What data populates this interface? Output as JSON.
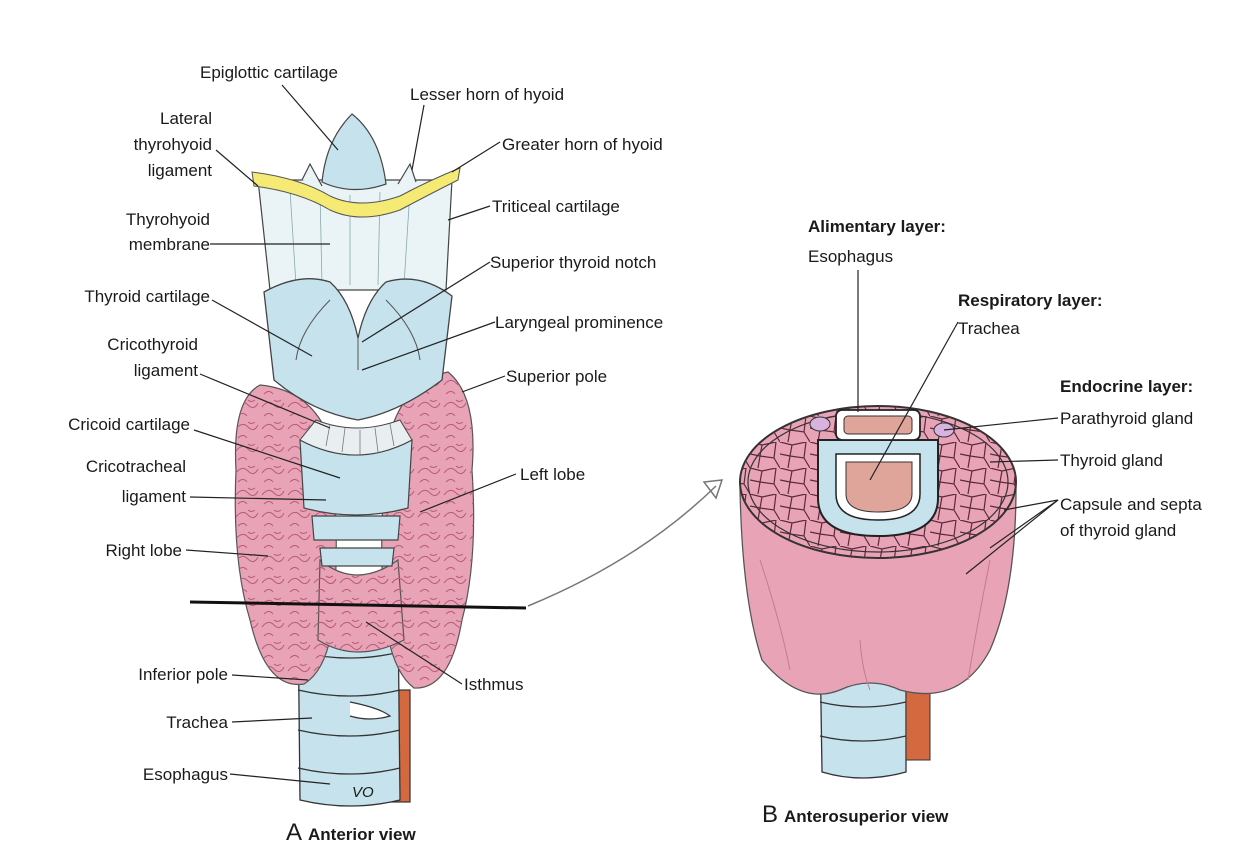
{
  "panel_a": {
    "letter": "A",
    "caption": "Anterior view",
    "labels": {
      "epiglottic": "Epiglottic cartilage",
      "lesser_horn": "Lesser horn of hyoid",
      "lateral_1": "Lateral",
      "lateral_2": "thyrohyoid",
      "lateral_3": "ligament",
      "greater_horn": "Greater horn of hyoid",
      "triticeal": "Triticeal cartilage",
      "thyrohyoid_1": "Thyrohyoid",
      "thyrohyoid_2": "membrane",
      "sup_notch": "Superior thyroid notch",
      "thyroid_cart": "Thyroid cartilage",
      "laryngeal": "Laryngeal prominence",
      "cricothyroid_1": "Cricothyroid",
      "cricothyroid_2": "ligament",
      "sup_pole": "Superior pole",
      "cricoid": "Cricoid cartilage",
      "cricotracheal_1": "Cricotracheal",
      "cricotracheal_2": "ligament",
      "left_lobe": "Left lobe",
      "right_lobe": "Right lobe",
      "inf_pole": "Inferior pole",
      "isthmus": "Isthmus",
      "trachea": "Trachea",
      "esophagus": "Esophagus"
    },
    "initials": "VO"
  },
  "panel_b": {
    "letter": "B",
    "caption": "Anterosuperior view",
    "labels": {
      "alimentary_head": "Alimentary layer:",
      "alimentary_item": "Esophagus",
      "respiratory_head": "Respiratory layer:",
      "respiratory_item": "Trachea",
      "endocrine_head": "Endocrine layer:",
      "parathyroid": "Parathyroid gland",
      "thyroid_gland": "Thyroid gland",
      "capsule_1": "Capsule and septa",
      "capsule_2": "of thyroid gland"
    }
  },
  "colors": {
    "gland_pink": "#e8a3b7",
    "cartilage_blue": "#c6e2ec",
    "hyoid_yellow": "#f4ea74",
    "esophagus_orange": "#d4693f"
  }
}
